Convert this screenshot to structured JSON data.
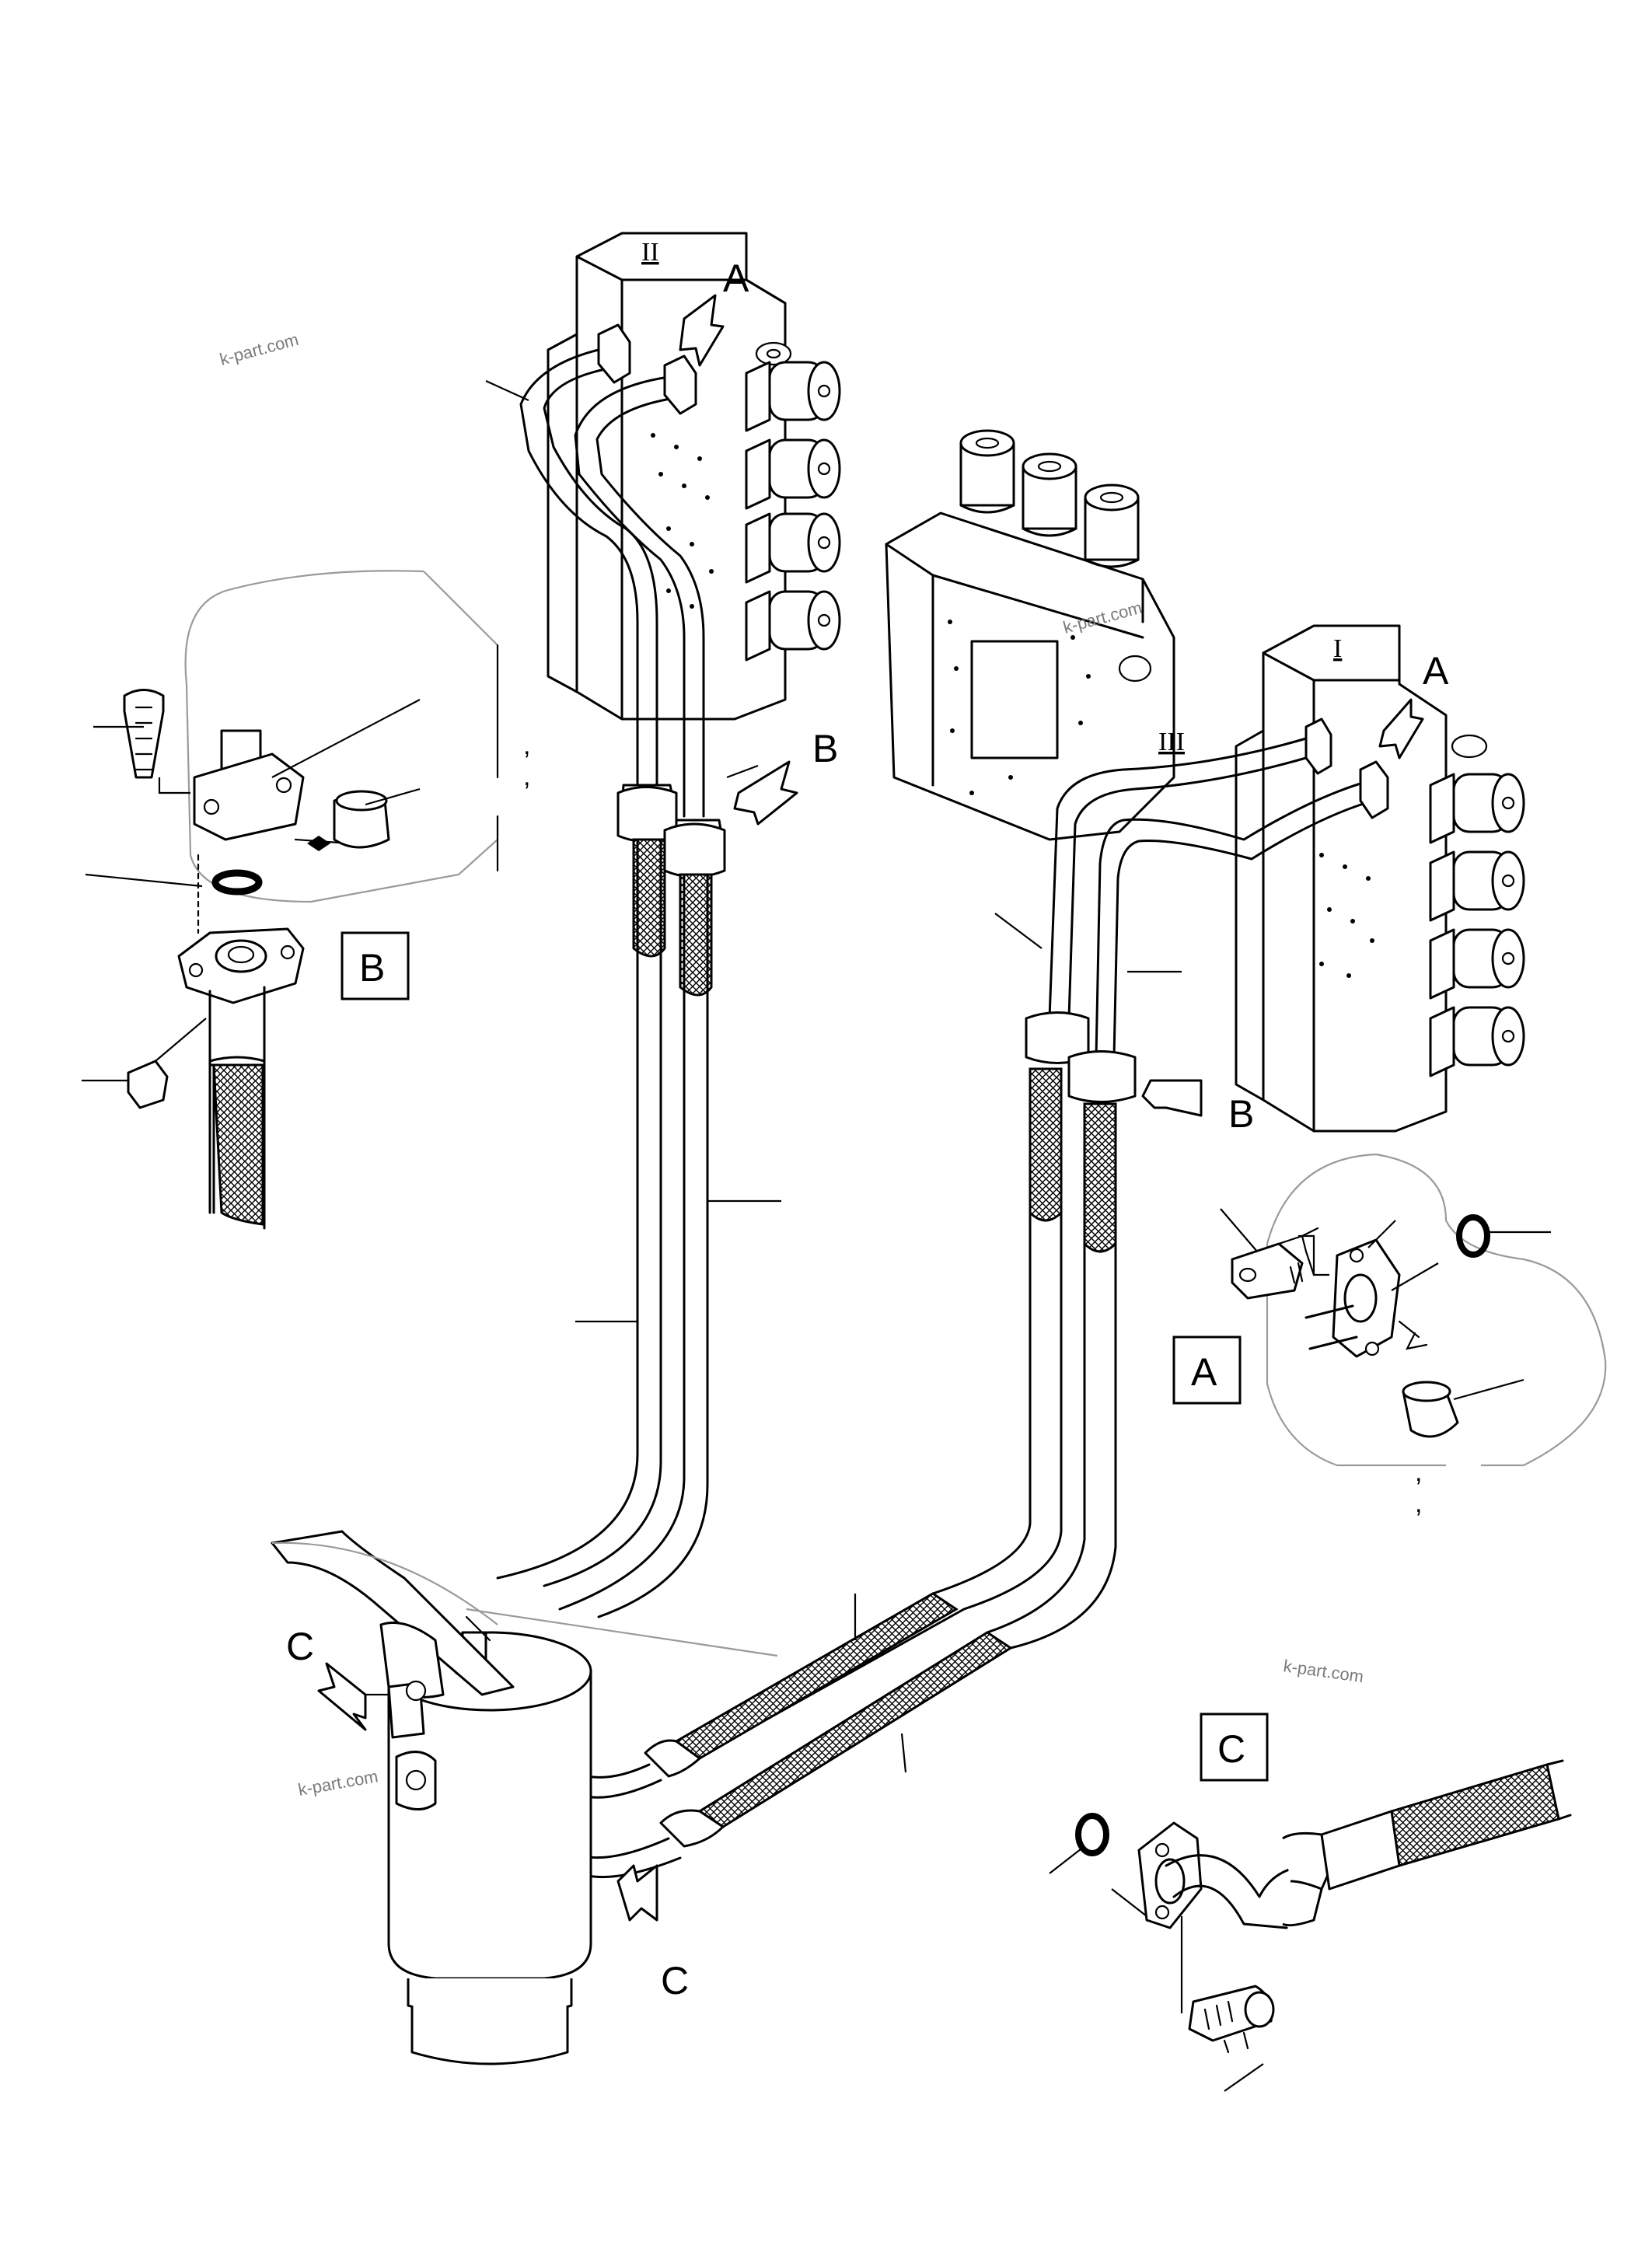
{
  "labels": {
    "detail_a": "A",
    "detail_b": "B",
    "detail_c": "C",
    "valve_1": "I",
    "valve_2": "II",
    "valve_3": "III"
  },
  "watermark": "k-part.com",
  "comma": ","
}
